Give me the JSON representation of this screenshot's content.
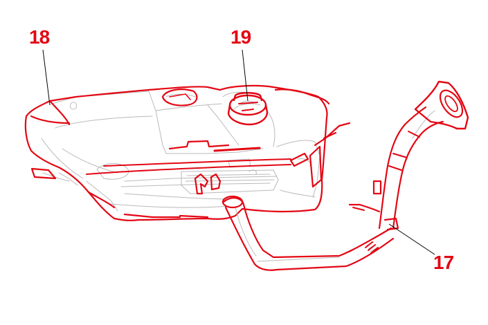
{
  "colors": {
    "accent": "#e30613",
    "outline": "#e30613",
    "detail": "#b9b9b9",
    "leader": "#000000",
    "background": "#ffffff"
  },
  "callouts": {
    "tank": "18",
    "cap": "19",
    "filler": "17"
  }
}
